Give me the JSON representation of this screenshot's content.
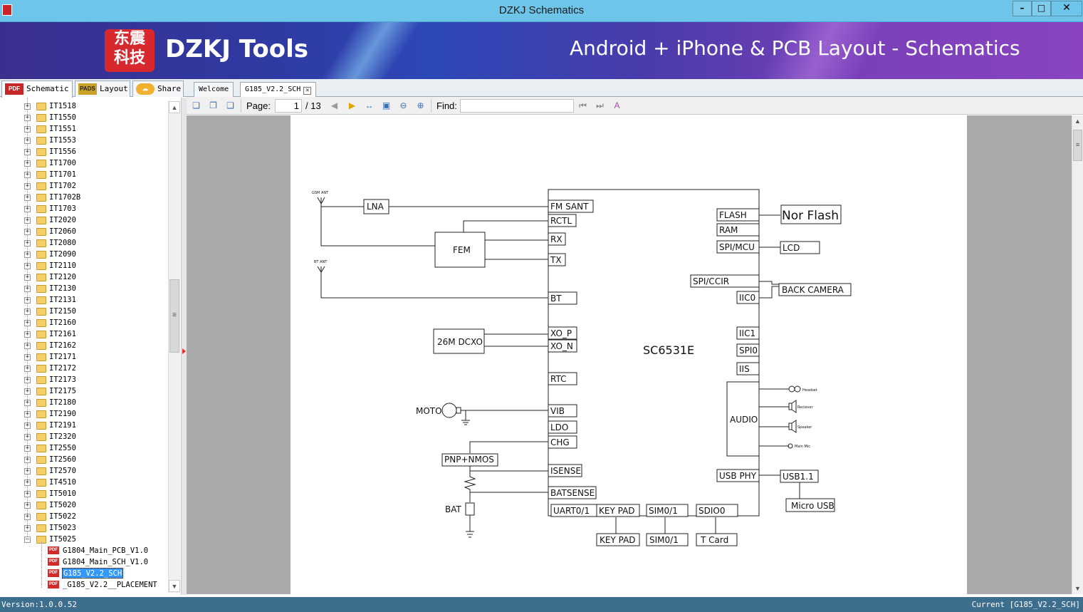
{
  "window": {
    "title": "DZKJ Schematics",
    "logo_text": "东震科技"
  },
  "banner": {
    "brand": "DZKJ Tools",
    "tagline": "Android + iPhone & PCB Layout - Schematics",
    "logo_line1": "东震",
    "logo_line2": "科技"
  },
  "left_tabs": [
    {
      "label": "Schematic",
      "icon": "PDF"
    },
    {
      "label": "Layout",
      "icon": "PADS"
    },
    {
      "label": "Share",
      "icon": "share-icon"
    }
  ],
  "doc_tabs": [
    {
      "label": "Welcome"
    },
    {
      "label": "G185_V2.2_SCH"
    }
  ],
  "tree": {
    "folders": [
      "IT1518",
      "IT1550",
      "IT1551",
      "IT1553",
      "IT1556",
      "IT1700",
      "IT1701",
      "IT1702",
      "IT1702B",
      "IT1703",
      "IT2020",
      "IT2060",
      "IT2080",
      "IT2090",
      "IT2110",
      "IT2120",
      "IT2130",
      "IT2131",
      "IT2150",
      "IT2160",
      "IT2161",
      "IT2162",
      "IT2171",
      "IT2172",
      "IT2173",
      "IT2175",
      "IT2180",
      "IT2190",
      "IT2191",
      "IT2320",
      "IT2550",
      "IT2560",
      "IT2570",
      "IT4510",
      "IT5010",
      "IT5020",
      "IT5022",
      "IT5023",
      "IT5025"
    ],
    "files": [
      "G1804_Main_PCB_V1.0",
      "G1804_Main_SCH_V1.0",
      "G185_V2.2_SCH",
      "_G185_V2.2__PLACEMENT"
    ],
    "selected_file": "G185_V2.2_SCH"
  },
  "toolbar": {
    "page_label": "Page:",
    "page_current": "1",
    "page_total": "/ 13",
    "find_label": "Find:",
    "find_value": ""
  },
  "schematic": {
    "chip": "SC6531E",
    "gsm_ant": "GSM ANT",
    "bt_ant": "BT ANT",
    "lna": "LNA",
    "fem": "FEM",
    "dcxo": "26M DCXO",
    "moto": "MOTO",
    "pnp": "PNP+NMOS",
    "bat": "BAT",
    "left_pins": [
      "FM SANT",
      "RCTL",
      "RX",
      "TX",
      "BT",
      "XO_P",
      "XO_N",
      "RTC",
      "VIB",
      "LDO",
      "CHG",
      "ISENSE",
      "BATSENSE"
    ],
    "right_pins": [
      "FLASH",
      "RAM",
      "SPI/MCU",
      "SPI/CCIR",
      "IIC0",
      "IIC1",
      "SPI0",
      "IIS",
      "AUDIO",
      "USB PHY"
    ],
    "bottom_pins": [
      "UART0/1",
      "KEY PAD",
      "SIM0/1",
      "SDIO0"
    ],
    "bottom_ext": [
      "KEY PAD",
      "SIM0/1",
      "T Card"
    ],
    "nor_flash": "Nor Flash",
    "lcd": "LCD",
    "back_camera": "BACK CAMERA",
    "usb": "USB1.1",
    "micro_usb": "Micro USB",
    "audio_out": [
      "Headset",
      "Reciever",
      "Speaker",
      "Main Mic"
    ]
  },
  "status": {
    "version": "Version:1.0.0.52",
    "current": "Current [G185_V2.2_SCH]"
  }
}
